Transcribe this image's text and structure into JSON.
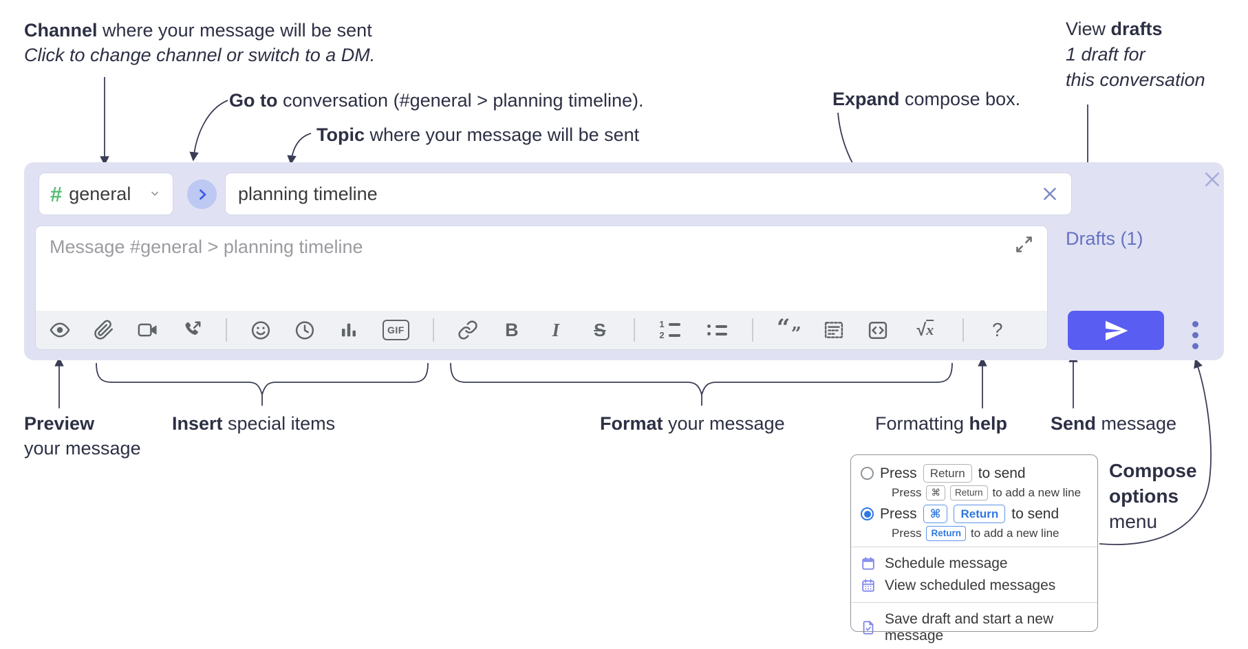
{
  "annotations": {
    "channel": {
      "bold": "Channel",
      "rest": " where your message will be sent",
      "italic": "Click to change channel or switch to a DM."
    },
    "goto": {
      "bold": "Go to",
      "rest": " conversation (#general > planning timeline)."
    },
    "topic": {
      "bold": "Topic",
      "rest": " where your message will be sent"
    },
    "expand": {
      "bold": "Expand",
      "rest": " compose box."
    },
    "drafts": {
      "pre": "View ",
      "bold": "drafts",
      "line2": "1 draft for",
      "line3": "this conversation"
    },
    "preview": {
      "bold": "Preview",
      "line2": "your message"
    },
    "insert": {
      "bold": "Insert",
      "rest": " special items"
    },
    "format": {
      "bold": "Format",
      "rest": " your message"
    },
    "help": {
      "pre": "Formatting ",
      "bold": "help"
    },
    "send": {
      "bold": "Send",
      "rest": " message"
    },
    "compose_options": {
      "line1": "Compose",
      "line2": "options",
      "line3": "menu"
    }
  },
  "compose": {
    "channel": {
      "hash": "#",
      "name": "general"
    },
    "topic_value": "planning timeline",
    "message_placeholder": "Message #general > planning timeline",
    "drafts_link": "Drafts (1)"
  },
  "toolbar": {
    "icons": [
      "preview",
      "attach-file",
      "start-video-call",
      "start-voice-call",
      "emoji",
      "add-global-time",
      "add-poll",
      "add-gif",
      "link",
      "bold",
      "italic",
      "strikethrough",
      "numbered-list",
      "bulleted-list",
      "quote",
      "spoiler",
      "code",
      "math",
      "help"
    ],
    "gif": "GIF",
    "bold": "B",
    "italic": "I",
    "strike": "S",
    "num1": "1",
    "num2": "2",
    "quote_open": "“",
    "quote_close": "”",
    "radical": "√",
    "variable": "x",
    "help": "?"
  },
  "popup": {
    "option1": {
      "press": "Press",
      "kbd": "Return",
      "suffix": "to send",
      "sub_press": "Press",
      "sub_kbd1": "⌘",
      "sub_kbd2": "Return",
      "sub_suffix": "to add a new line",
      "selected": false
    },
    "option2": {
      "press": "Press",
      "kbd1": "⌘",
      "kbd2": "Return",
      "suffix": "to send",
      "sub_press": "Press",
      "sub_kbd": "Return",
      "sub_suffix": "to add a new line",
      "selected": true
    },
    "items": {
      "schedule": "Schedule message",
      "view_scheduled": "View scheduled messages",
      "save_draft": "Save draft and start a new message"
    }
  },
  "colors": {
    "annotation": "#2d3044",
    "compose_bg": "#e0e2f3",
    "accent_send": "#5a5df2",
    "link_purple": "#6671c3",
    "icon_gray": "#5f6468",
    "hash_green": "#58bd77",
    "goto_blue": "#3d5be9",
    "kbd_blue": "#2f78e0",
    "menu_icon_purple": "#7b83eb"
  }
}
